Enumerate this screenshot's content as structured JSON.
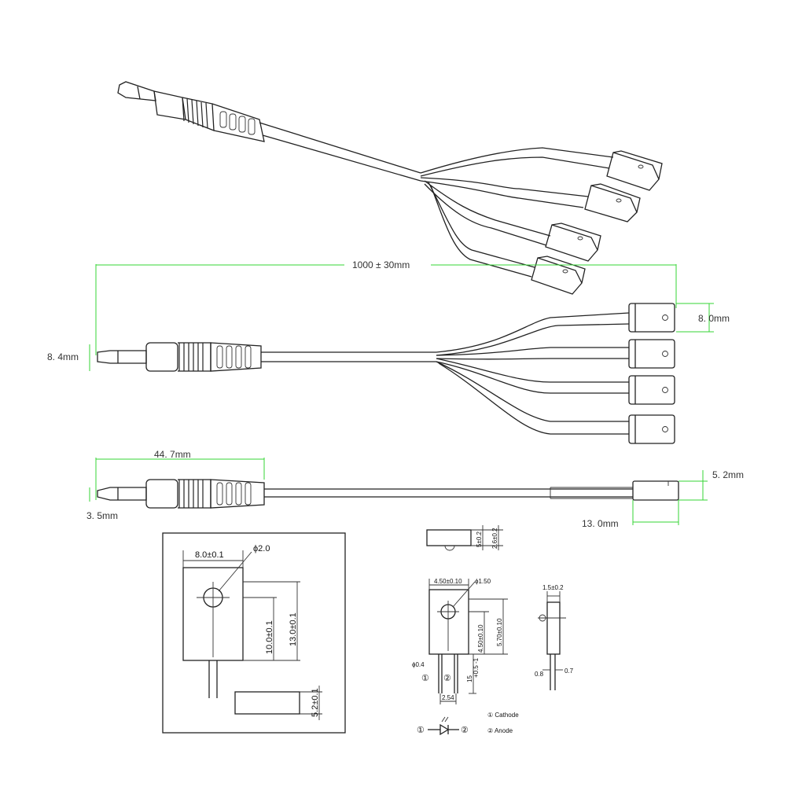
{
  "colors": {
    "line": "#222222",
    "dimension": "#35d435",
    "background": "#ffffff"
  },
  "labels": {
    "cable_length": "1000 ± 30mm",
    "jack_diameter": "8. 4mm",
    "head_width": "8. 0mm",
    "plug_length": "44. 7mm",
    "plug_tip": "3. 5mm",
    "head_height": "5. 2mm",
    "lead_length": "13. 0mm",
    "detail_width": "8.0±0.1",
    "detail_hole": "ϕ2.0",
    "detail_hole_pos": "10.0±0.1",
    "detail_height": "13.0±0.1",
    "detail_thickness": "5.2±0.1",
    "small_top_a": "5±0.2",
    "small_top_b": "2.6±0.2",
    "small_width": "4.50±0.10",
    "small_hole": "ϕ1.50",
    "small_hole_pos": "4.50±0.10",
    "small_height": "5.70±0.10",
    "small_lead": "15",
    "small_lead_tol": "+0.5 -1",
    "small_lead_dia": "ϕ0.4",
    "small_pitch": "2.54",
    "side_width": "1.5±0.2",
    "side_lead": "0.8",
    "side_step": "0.7",
    "pin1": "①",
    "pin2": "②",
    "cathode": "① Cathode",
    "anode": "② Anode"
  }
}
